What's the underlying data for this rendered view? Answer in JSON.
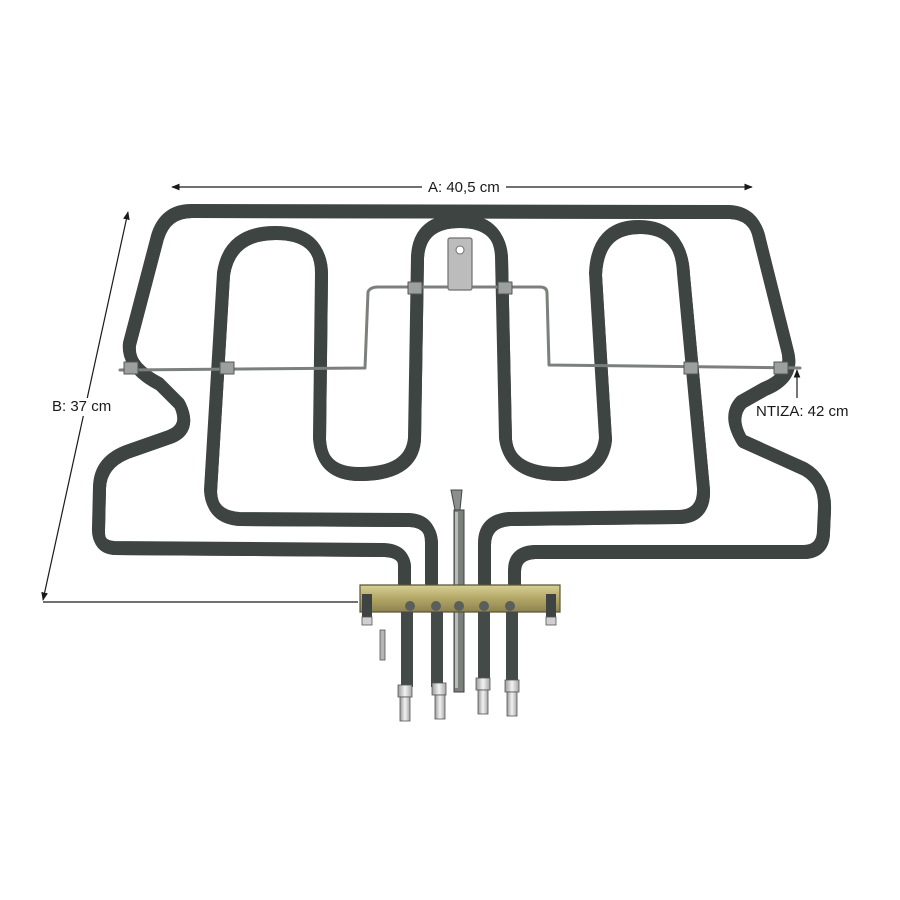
{
  "dimensions": {
    "width": {
      "letter": "A",
      "value": "40,5",
      "unit": "cm",
      "text": "A: 40,5 cm"
    },
    "depth": {
      "letter": "B",
      "value": "37",
      "unit": "cm",
      "text": "B: 37 cm"
    },
    "third": {
      "value": "42",
      "unit": "cm",
      "text": "NTIZA: 42 cm"
    }
  },
  "colors": {
    "background": "#ffffff",
    "tube": "#5d6360",
    "tube_highlight": "#a3a8a5",
    "bracket": "#b8ad6e",
    "terminal": "#cfcfcf",
    "dimension_line": "#1a1a1a"
  }
}
